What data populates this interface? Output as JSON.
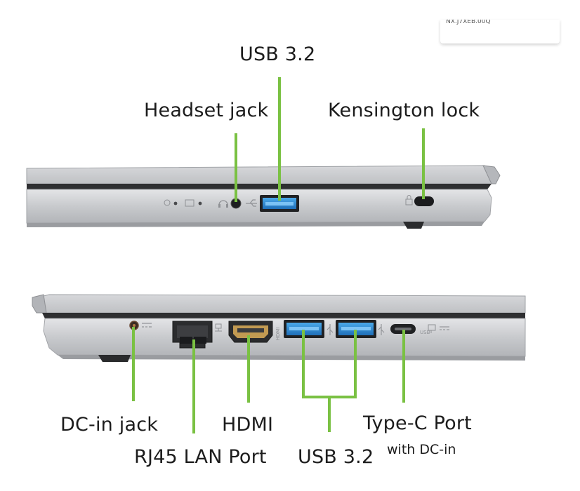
{
  "sku": "NX.J7XEB.00Q",
  "top_view": {
    "labels": {
      "usb": "USB 3.2",
      "headset": "Headset jack",
      "kensington": "Kensington lock"
    }
  },
  "bottom_view": {
    "labels": {
      "dc_in": "DC-in jack",
      "rj45": "RJ45 LAN Port",
      "hdmi": "HDMI",
      "usb": "USB 3.2",
      "type_c": "Type-C Port",
      "type_c_sub": "with DC-in"
    },
    "port_text": {
      "hdmi_vertical": "HDMI",
      "usb_c_text": "USB"
    }
  },
  "colors": {
    "callout_line": "#7ac143",
    "chassis": "#c9cbce",
    "chassis_dark": "#3a3b3d"
  }
}
